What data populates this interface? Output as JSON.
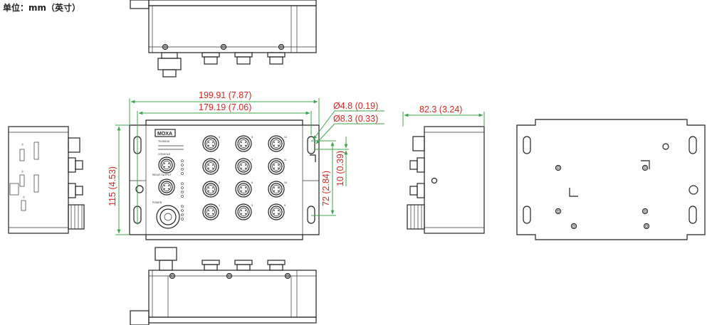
{
  "units_label": "单位：mm（英寸）",
  "dimensions": {
    "width_outer": "199.91 (7.87)",
    "width_inner": "179.19 (7.06)",
    "height": "115 (4.53)",
    "hole_small": "Ø4.8 (0.19)",
    "hole_large": "Ø8.3 (0.33)",
    "hole_spacing": "72 (2.84)",
    "hole_offset": "10 (0.39)",
    "depth": "82.3 (3.24)"
  },
  "panel": {
    "logo": "MOXA",
    "model": "TN-5510A",
    "console": "CONSOLE",
    "relay": "RELAY OUTPUT",
    "power": "POWER",
    "port_numbers": [
      "4",
      "8",
      "12",
      "3",
      "7",
      "11",
      "2",
      "6",
      "10",
      "1",
      "5",
      "9"
    ]
  },
  "colors": {
    "dimension_line": "#3aa64a",
    "dimension_text": "#d6261e",
    "outline": "#222222"
  }
}
